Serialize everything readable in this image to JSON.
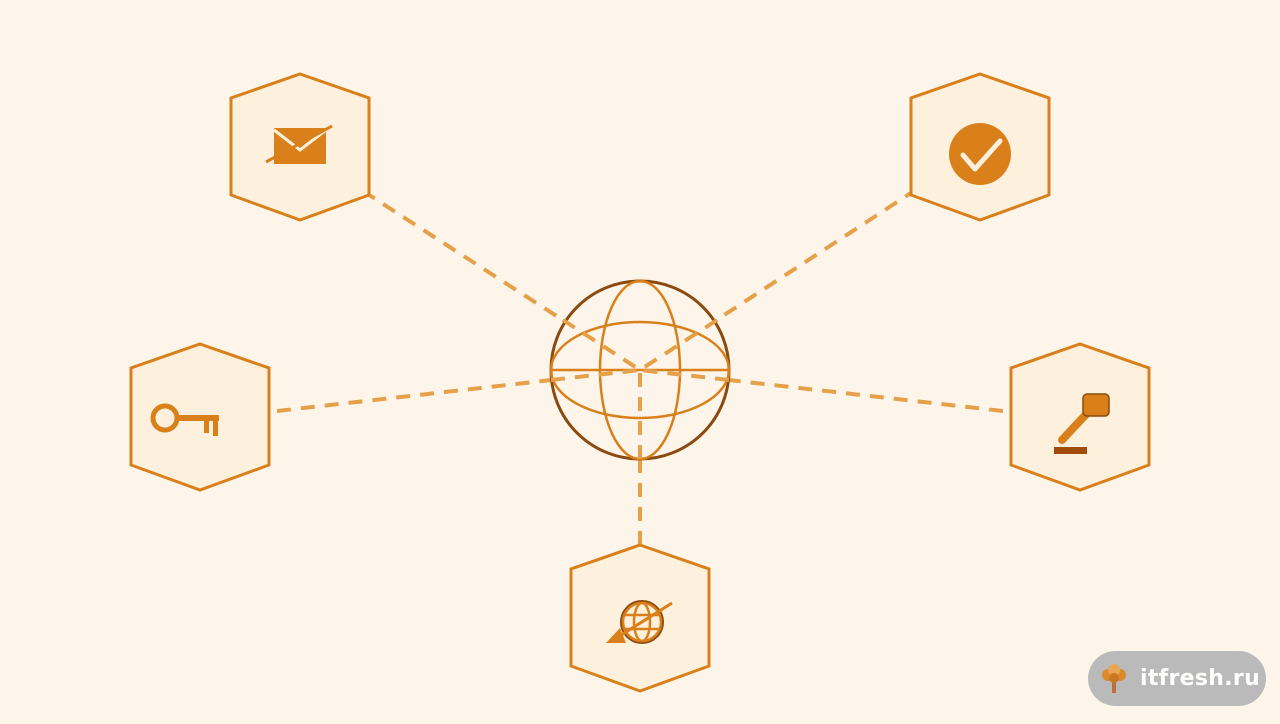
{
  "diagram": {
    "center": {
      "icon": "globe-icon"
    },
    "nodes": [
      {
        "id": "mail",
        "icon": "envelope-icon"
      },
      {
        "id": "verified",
        "icon": "checkmark-badge-icon"
      },
      {
        "id": "key",
        "icon": "key-icon"
      },
      {
        "id": "judge",
        "icon": "gavel-icon"
      },
      {
        "id": "network",
        "icon": "globe-arrow-icon"
      }
    ]
  },
  "colors": {
    "background": "#fdf5ea",
    "accent": "#d9801a",
    "accent_dark": "#8a4a10",
    "connector": "#e6a04a",
    "hex_fill": "#fdf0dc"
  },
  "watermark": {
    "text": "itfresh.ru",
    "icon": "tree-logo-icon"
  }
}
